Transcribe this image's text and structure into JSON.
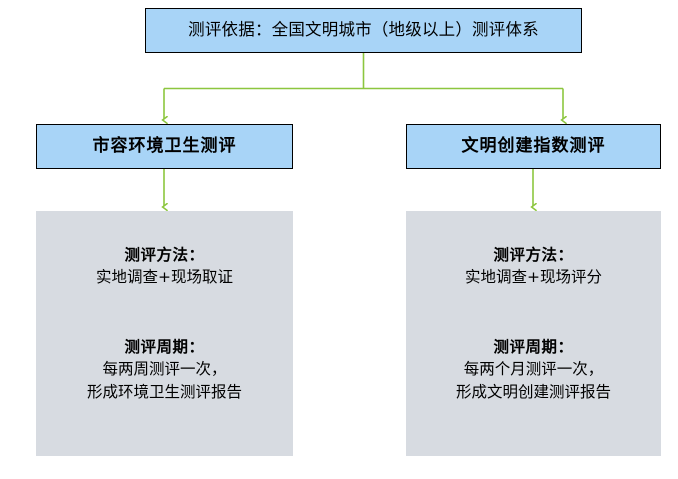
{
  "diagram": {
    "title_box": {
      "text": "测评依据：全国文明城市（地级以上）测评体系"
    },
    "branches": [
      {
        "heading": "市容环境卫生测评",
        "method_heading": "测评方法：",
        "method_text": "实地调查+现场取证",
        "cycle_heading": "测评周期：",
        "cycle_line1": "每两周测评一次，",
        "cycle_line2": "形成环境卫生测评报告"
      },
      {
        "heading": "文明创建指数测评",
        "method_heading": "测评方法：",
        "method_text": "实地调查+现场评分",
        "cycle_heading": "测评周期：",
        "cycle_line1": "每两个月测评一次，",
        "cycle_line2": "形成文明创建测评报告"
      }
    ],
    "colors": {
      "box_fill": "#A8D4F7",
      "box_border": "#000000",
      "panel_fill": "#D7DBE1",
      "connector": "#8CC63E",
      "text": "#000000",
      "background": "#FFFFFF"
    }
  }
}
